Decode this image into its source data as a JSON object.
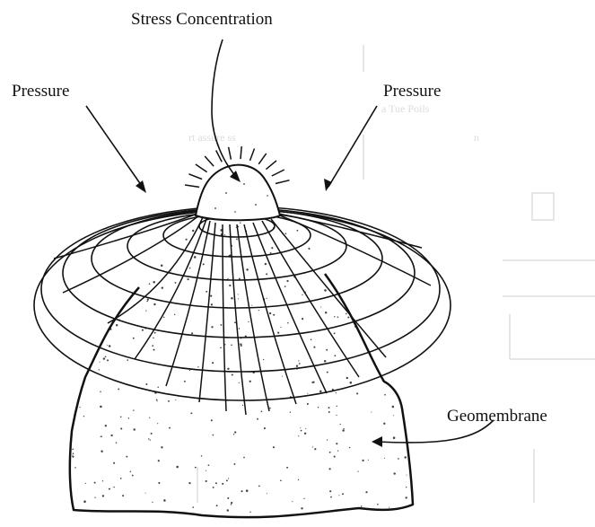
{
  "labels": {
    "stress": "Stress Concentration",
    "pressure_left": "Pressure",
    "pressure_right": "Pressure",
    "geomembrane": "Geomembrane"
  },
  "colors": {
    "ink": "#111111",
    "background": "#ffffff",
    "bleed_through": "#dcdcdc"
  }
}
